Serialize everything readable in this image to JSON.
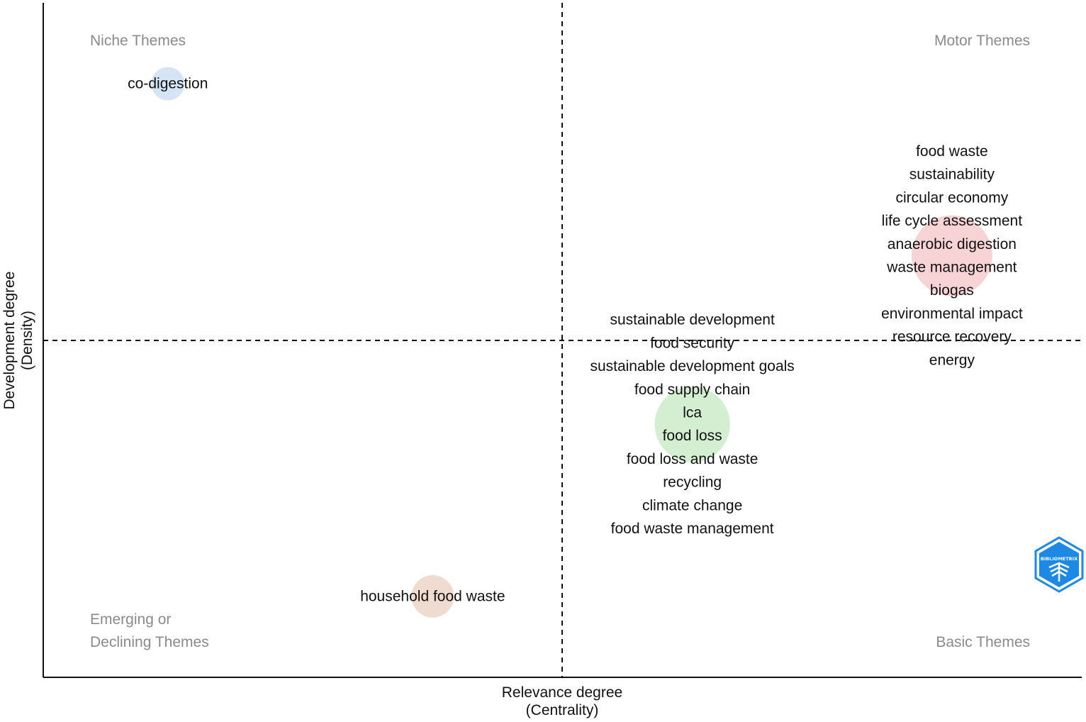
{
  "chart_data": {
    "type": "scatter",
    "title": "",
    "xlabel": "Relevance degree\n(Centrality)",
    "ylabel": "Development degree\n(Density)",
    "xlabel_lines": [
      "Relevance degree",
      "(Centrality)"
    ],
    "ylabel_lines": [
      "Development degree",
      "(Density)"
    ],
    "grid": false,
    "axis_ticks": false,
    "reference_lines": {
      "x_median": 0.5,
      "y_median": 0.5,
      "style": "dashed"
    },
    "quadrants": {
      "top_left": [
        "Niche Themes"
      ],
      "top_right": [
        "Motor Themes"
      ],
      "bottom_left": [
        "Emerging or",
        "Declining Themes"
      ],
      "bottom_right": [
        "Basic Themes"
      ]
    },
    "xlim": [
      0,
      1
    ],
    "ylim": [
      0,
      1
    ],
    "series": [
      {
        "x": 0.12,
        "y": 0.88,
        "size": 0.1,
        "color": "#b9d3ee",
        "terms": [
          "co-digestion"
        ]
      },
      {
        "x": 0.875,
        "y": 0.625,
        "size": 1.0,
        "color": "#f4b6bb",
        "terms": [
          "food waste",
          "sustainability",
          "circular economy",
          "life cycle assessment",
          "anaerobic digestion",
          "waste management",
          "biogas",
          "environmental impact",
          "resource recovery",
          "energy"
        ]
      },
      {
        "x": 0.625,
        "y": 0.375,
        "size": 0.85,
        "color": "#b8e2b4",
        "terms": [
          "sustainable development",
          "food security",
          "sustainable development goals",
          "food supply chain",
          "lca",
          "food loss",
          "food loss and waste",
          "recycling",
          "climate change",
          "food waste management"
        ]
      },
      {
        "x": 0.375,
        "y": 0.12,
        "size": 0.2,
        "color": "#e6c3b0",
        "terms": [
          "household food waste"
        ]
      }
    ]
  },
  "logo": {
    "text": "BIBLIOMETRIX",
    "color": "#1e88e5"
  }
}
